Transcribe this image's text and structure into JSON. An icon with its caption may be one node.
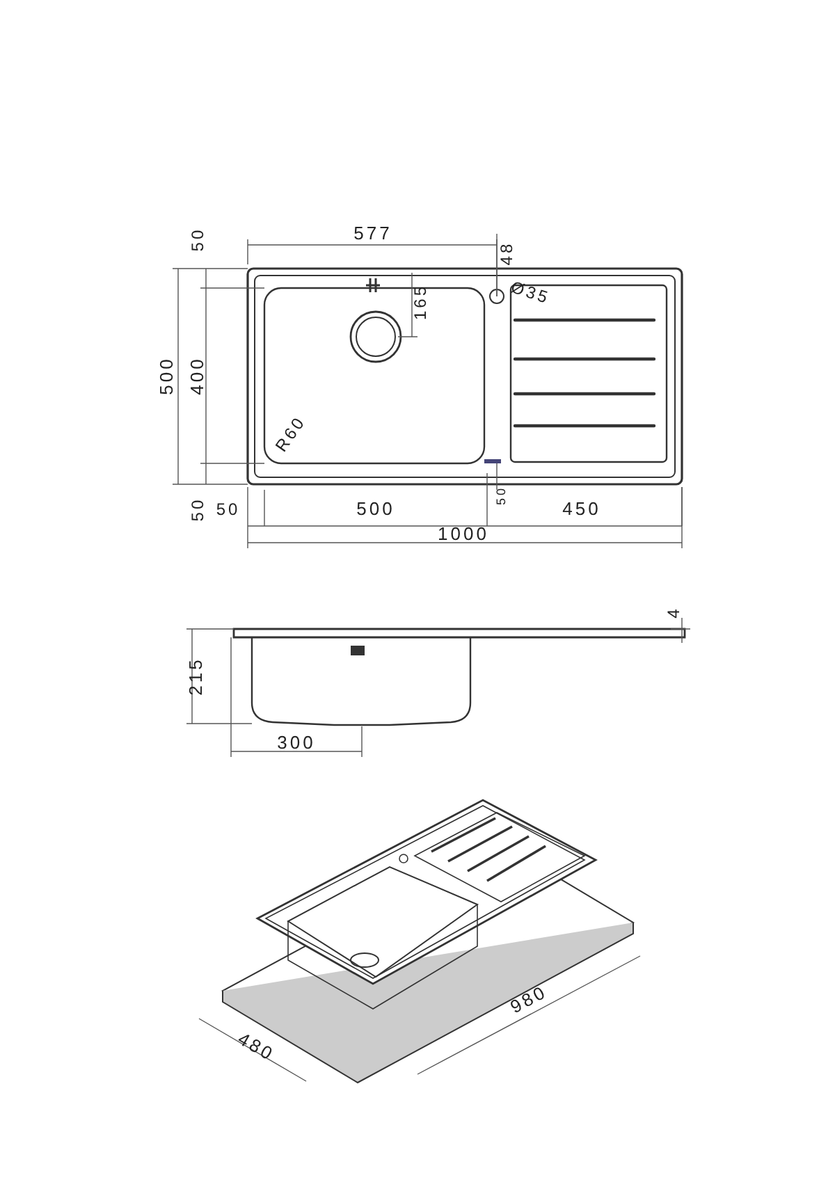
{
  "diagram": {
    "labels": [
      "577",
      "50",
      "48",
      "165",
      "Ø35",
      "500",
      "400",
      "R60",
      "50",
      "50",
      "50",
      "500",
      "450",
      "1000",
      "4",
      "215",
      "300",
      "980",
      "480"
    ]
  }
}
